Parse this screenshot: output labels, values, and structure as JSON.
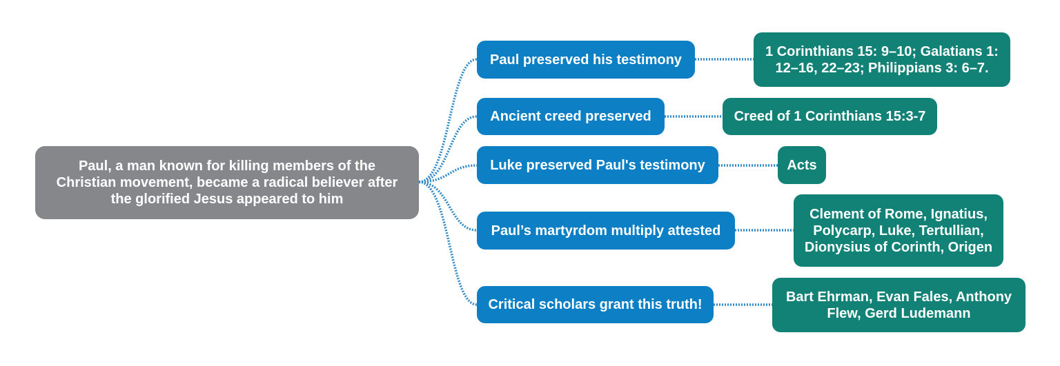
{
  "central": {
    "lines": [
      "Paul, a man known for killing members of the",
      "Christian movement, became a radical believer after",
      "the glorified Jesus appeared to him"
    ]
  },
  "branches": [
    {
      "label": "Paul preserved his testimony",
      "evidence": [
        "1 Corinthians 15: 9–10; Galatians 1:",
        "12–16, 22–23; Philippians 3: 6–7."
      ]
    },
    {
      "label": "Ancient creed preserved",
      "evidence": [
        "Creed of 1 Corinthians 15:3-7"
      ]
    },
    {
      "label": "Luke preserved Paul's testimony",
      "evidence": [
        "Acts"
      ]
    },
    {
      "label": "Paul’s martyrdom multiply attested",
      "evidence": [
        "Clement of Rome, Ignatius,",
        "Polycarp, Luke, Tertullian,",
        "Dionysius of Corinth, Origen"
      ]
    },
    {
      "label": "Critical scholars grant this truth!",
      "evidence": [
        "Bart Ehrman, Evan Fales, Anthony",
        "Flew, Gerd Ludemann"
      ]
    }
  ],
  "colors": {
    "central": "#86878b",
    "branch": "#0d7fc5",
    "evidence": "#128276",
    "connector": "#2f89c7"
  }
}
